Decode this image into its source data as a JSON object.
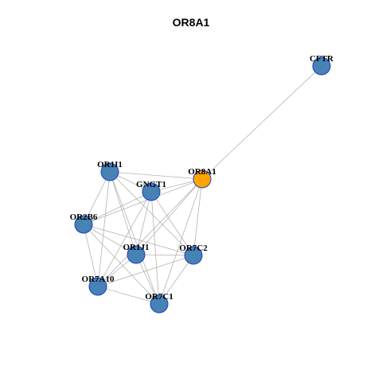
{
  "title": "OR8A1",
  "colors": {
    "query_node_fill": "#FFA500",
    "query_node_stroke": "#1f3fbf",
    "node_fill": "#4682B4",
    "node_stroke": "#1f3fbf",
    "edge": "#b3b3b3"
  },
  "network": {
    "nodes": [
      {
        "id": "CFTR",
        "label": "CFTR",
        "query": false
      },
      {
        "id": "OR8A1",
        "label": "OR8A1",
        "query": true
      },
      {
        "id": "OR1I1",
        "label": "OR1I1",
        "query": false
      },
      {
        "id": "GNGT1",
        "label": "GNGT1",
        "query": false
      },
      {
        "id": "OR2B6",
        "label": "OR2B6",
        "query": false
      },
      {
        "id": "OR1J1",
        "label": "OR1J1",
        "query": false
      },
      {
        "id": "OR7C2",
        "label": "OR7C2",
        "query": false
      },
      {
        "id": "OR7A10",
        "label": "OR7A10",
        "query": false
      },
      {
        "id": "OR7C1",
        "label": "OR7C1",
        "query": false
      }
    ],
    "edges": [
      [
        "CFTR",
        "OR8A1"
      ],
      [
        "OR8A1",
        "OR1I1"
      ],
      [
        "OR8A1",
        "GNGT1"
      ],
      [
        "OR8A1",
        "OR2B6"
      ],
      [
        "OR8A1",
        "OR1J1"
      ],
      [
        "OR8A1",
        "OR7C2"
      ],
      [
        "OR8A1",
        "OR7A10"
      ],
      [
        "OR8A1",
        "OR7C1"
      ],
      [
        "OR1I1",
        "GNGT1"
      ],
      [
        "OR1I1",
        "OR2B6"
      ],
      [
        "OR1I1",
        "OR1J1"
      ],
      [
        "OR1I1",
        "OR7C2"
      ],
      [
        "OR1I1",
        "OR7A10"
      ],
      [
        "OR1I1",
        "OR7C1"
      ],
      [
        "GNGT1",
        "OR2B6"
      ],
      [
        "GNGT1",
        "OR1J1"
      ],
      [
        "GNGT1",
        "OR7C2"
      ],
      [
        "GNGT1",
        "OR7A10"
      ],
      [
        "GNGT1",
        "OR7C1"
      ],
      [
        "OR2B6",
        "OR1J1"
      ],
      [
        "OR2B6",
        "OR7C2"
      ],
      [
        "OR2B6",
        "OR7A10"
      ],
      [
        "OR2B6",
        "OR7C1"
      ],
      [
        "OR1J1",
        "OR7C2"
      ],
      [
        "OR1J1",
        "OR7A10"
      ],
      [
        "OR1J1",
        "OR7C1"
      ],
      [
        "OR7C2",
        "OR7A10"
      ],
      [
        "OR7C2",
        "OR7C1"
      ],
      [
        "OR7A10",
        "OR7C1"
      ]
    ]
  }
}
